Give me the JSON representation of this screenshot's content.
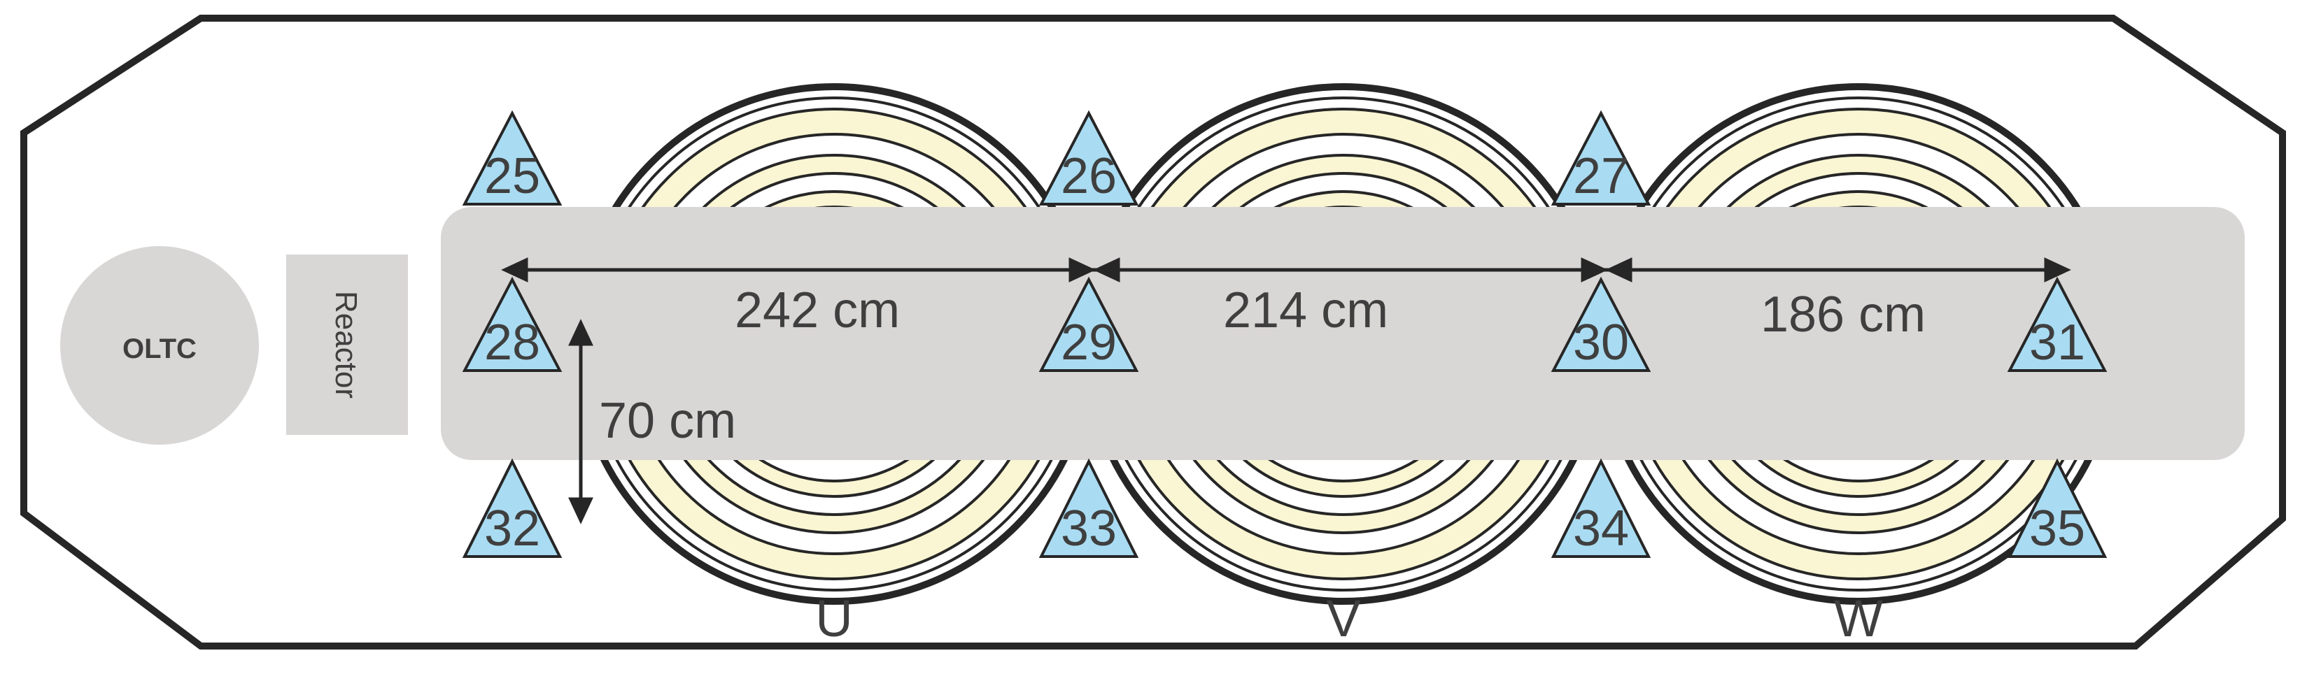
{
  "components": {
    "oltc_label": "OLTC",
    "reactor_label": "Reactor"
  },
  "phases": [
    "U",
    "V",
    "W"
  ],
  "sensors": [
    "25",
    "26",
    "27",
    "28",
    "29",
    "30",
    "31",
    "32",
    "33",
    "34",
    "35"
  ],
  "dimensions": {
    "d_28_29": "242 cm",
    "d_29_30": "214 cm",
    "d_30_31": "186 cm",
    "d_vertical": "70 cm"
  },
  "colors": {
    "tank_outline": "#262626",
    "sensor_fill": "#a9dcf2",
    "band_fill": "#d9d6d6",
    "winding_fill": "#faf5d2",
    "component_fill": "#d9d6d6",
    "text": "#3f3f3f"
  }
}
